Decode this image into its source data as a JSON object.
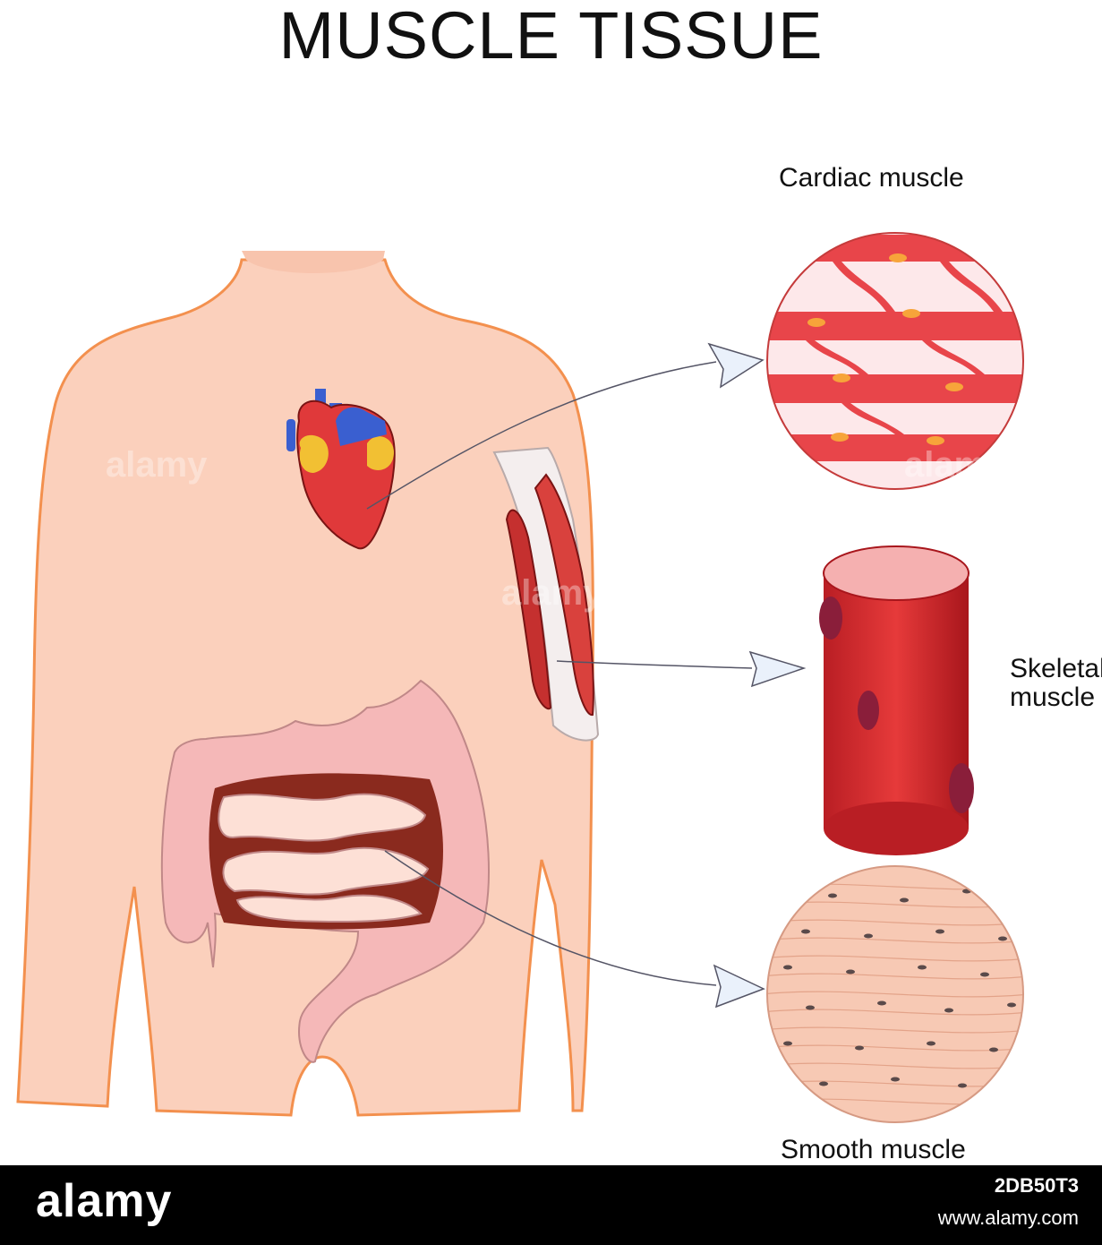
{
  "title": "MUSCLE TISSUE",
  "labels": {
    "cardiac": "Cardiac muscle",
    "skeletal_line1": "Skeletal",
    "skeletal_line2": "muscle",
    "smooth": "Smooth muscle"
  },
  "watermark": {
    "logo": "alamy",
    "image_id": "2DB50T3",
    "url": "www.alamy.com",
    "overlay_text": "alamy"
  },
  "colors": {
    "skin": "#fbd0bc",
    "skin_outline": "#f3904e",
    "cardiac_red": "#e8454a",
    "skeletal_red": "#d42a2a",
    "intestine_pink": "#f5b8b8",
    "smooth_tissue": "#f7c9b4",
    "arrow_fill": "#eaf1fb"
  }
}
